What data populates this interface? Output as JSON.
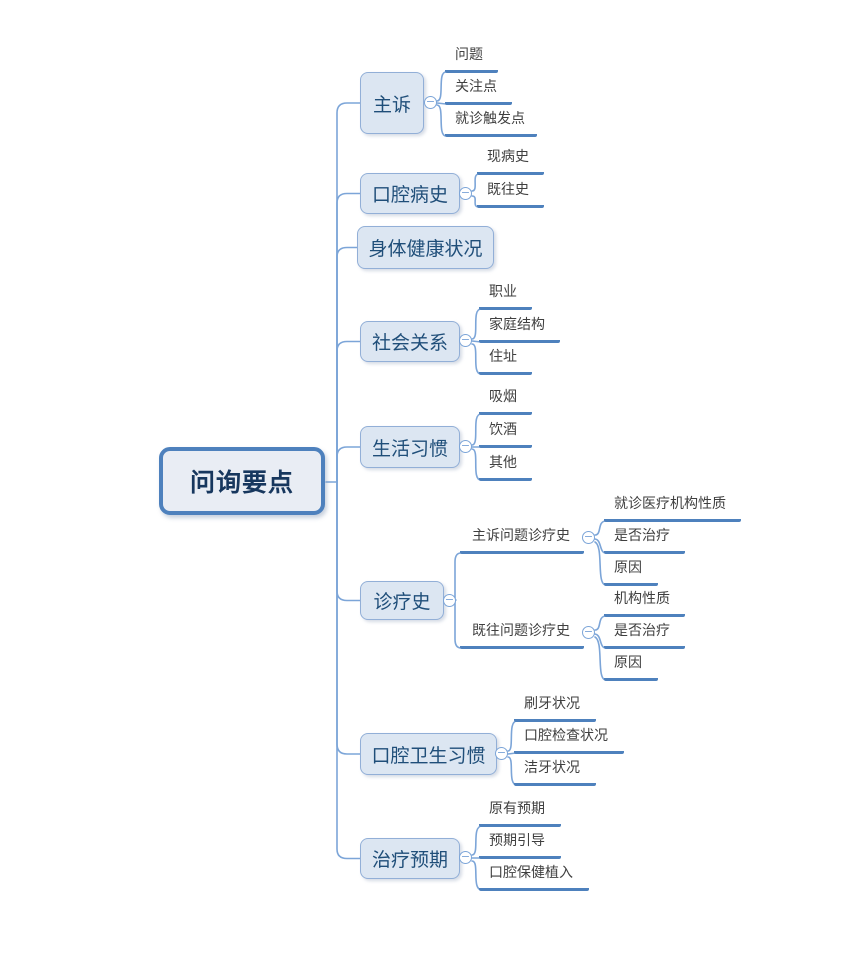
{
  "canvas": {
    "background": "#ffffff"
  },
  "colors": {
    "root_border": "#4E81BD",
    "root_fill": "#E9EDF4",
    "root_text": "#17375E",
    "topic_border": "#92AFD7",
    "topic_fill": "#DCE6F2",
    "topic_text": "#1F4E79",
    "leaf_text": "#3F3F3F",
    "leaf_underline": "#4E81BD",
    "connector": "#7CA5D8"
  },
  "icons": {
    "collapse_glyph": "−"
  },
  "root": {
    "label": "问询要点"
  },
  "branches": [
    {
      "label": "主诉",
      "children": [
        {
          "label": "问题"
        },
        {
          "label": "关注点"
        },
        {
          "label": "就诊触发点"
        }
      ]
    },
    {
      "label": "口腔病史",
      "children": [
        {
          "label": "现病史"
        },
        {
          "label": "既往史"
        }
      ]
    },
    {
      "label": "身体健康状况",
      "children": []
    },
    {
      "label": "社会关系",
      "children": [
        {
          "label": "职业"
        },
        {
          "label": "家庭结构"
        },
        {
          "label": "住址"
        }
      ]
    },
    {
      "label": "生活习惯",
      "children": [
        {
          "label": "吸烟"
        },
        {
          "label": "饮酒"
        },
        {
          "label": "其他"
        }
      ]
    },
    {
      "label": "诊疗史",
      "children": [
        {
          "label": "主诉问题诊疗史",
          "children": [
            {
              "label": "就诊医疗机构性质"
            },
            {
              "label": "是否治疗"
            },
            {
              "label": "原因"
            }
          ]
        },
        {
          "label": "既往问题诊疗史",
          "children": [
            {
              "label": "机构性质"
            },
            {
              "label": "是否治疗"
            },
            {
              "label": "原因"
            }
          ]
        }
      ]
    },
    {
      "label": "口腔卫生习惯",
      "children": [
        {
          "label": "刷牙状况"
        },
        {
          "label": "口腔检查状况"
        },
        {
          "label": "洁牙状况"
        }
      ]
    },
    {
      "label": "治疗预期",
      "children": [
        {
          "label": "原有预期"
        },
        {
          "label": "预期引导"
        },
        {
          "label": "口腔保健植入"
        }
      ]
    }
  ]
}
